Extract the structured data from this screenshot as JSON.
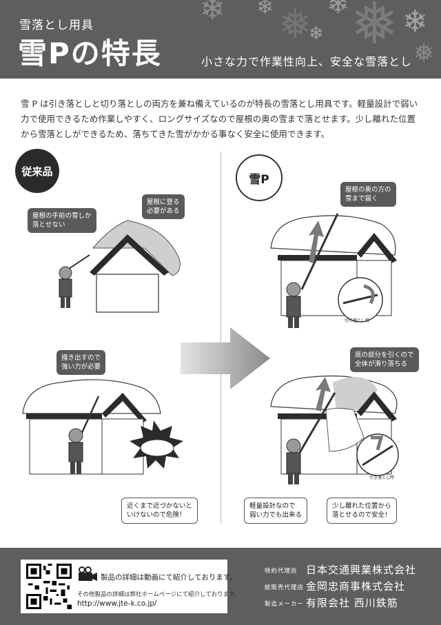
{
  "header": {
    "subtitle": "雪落とし用具",
    "title": "雪Pの特長",
    "tagline": "小さな力で作業性向上、安全な雪落とし"
  },
  "intro": "雪 P は引き落としと切り落としの両方を兼ね備えているのが特長の雪落とし用具です。軽量設計で弱い力で使用できるため作業しやすく、ロングサイズなので屋根の奥の雪まで落とせます。少し離れた位置から雪落としができるため、落ちてきた雪がかかる事なく安全に使用できます。",
  "left_panel": {
    "badge": "従来品",
    "callouts": {
      "front_snow_1": "屋根の手前の雪しか",
      "front_snow_2": "落とせない",
      "climb_1": "屋根に登る",
      "climb_2": "必要がある",
      "force_1": "掻き出すので",
      "force_2": "強い力が必要",
      "danger_1": "近くまで近づかないと",
      "danger_2": "いけないので危険！"
    }
  },
  "right_panel": {
    "badge": "雪P",
    "callouts": {
      "reach_1": "屋根の奥の方の",
      "reach_2": "雪まで届く",
      "slide_1": "底の部分を引くので",
      "slide_2": "全体が滑り落ちる",
      "light_1": "軽量設計なので",
      "light_2": "弱い力でも出来る",
      "safe_1": "少し離れた位置から",
      "safe_2": "落とせるので安全！"
    },
    "detail_label_1": "切り落とし時",
    "detail_label_2": "引き落とし時"
  },
  "footer": {
    "video_text": "製品の詳細は動画にて紹介しております。",
    "other_text": "その他製品の詳細は弊社ホームページにて紹介しております。",
    "url": "http://www.jte-k.co.jp/",
    "agents": [
      {
        "role": "特約代理店",
        "name": "日本交通興業株式会社"
      },
      {
        "role": "総販売代理店",
        "name": "金岡忠商事株式会社"
      },
      {
        "role": "製造メーカー",
        "name": "有限会社 西川鉄筋"
      }
    ]
  },
  "colors": {
    "header_bg": "#5e5e5e",
    "callout_dark": "#5a5a5a",
    "badge_dark": "#2a2a2a"
  },
  "icons": [
    "snowflake-icon",
    "video-camera-icon",
    "qr-code"
  ]
}
